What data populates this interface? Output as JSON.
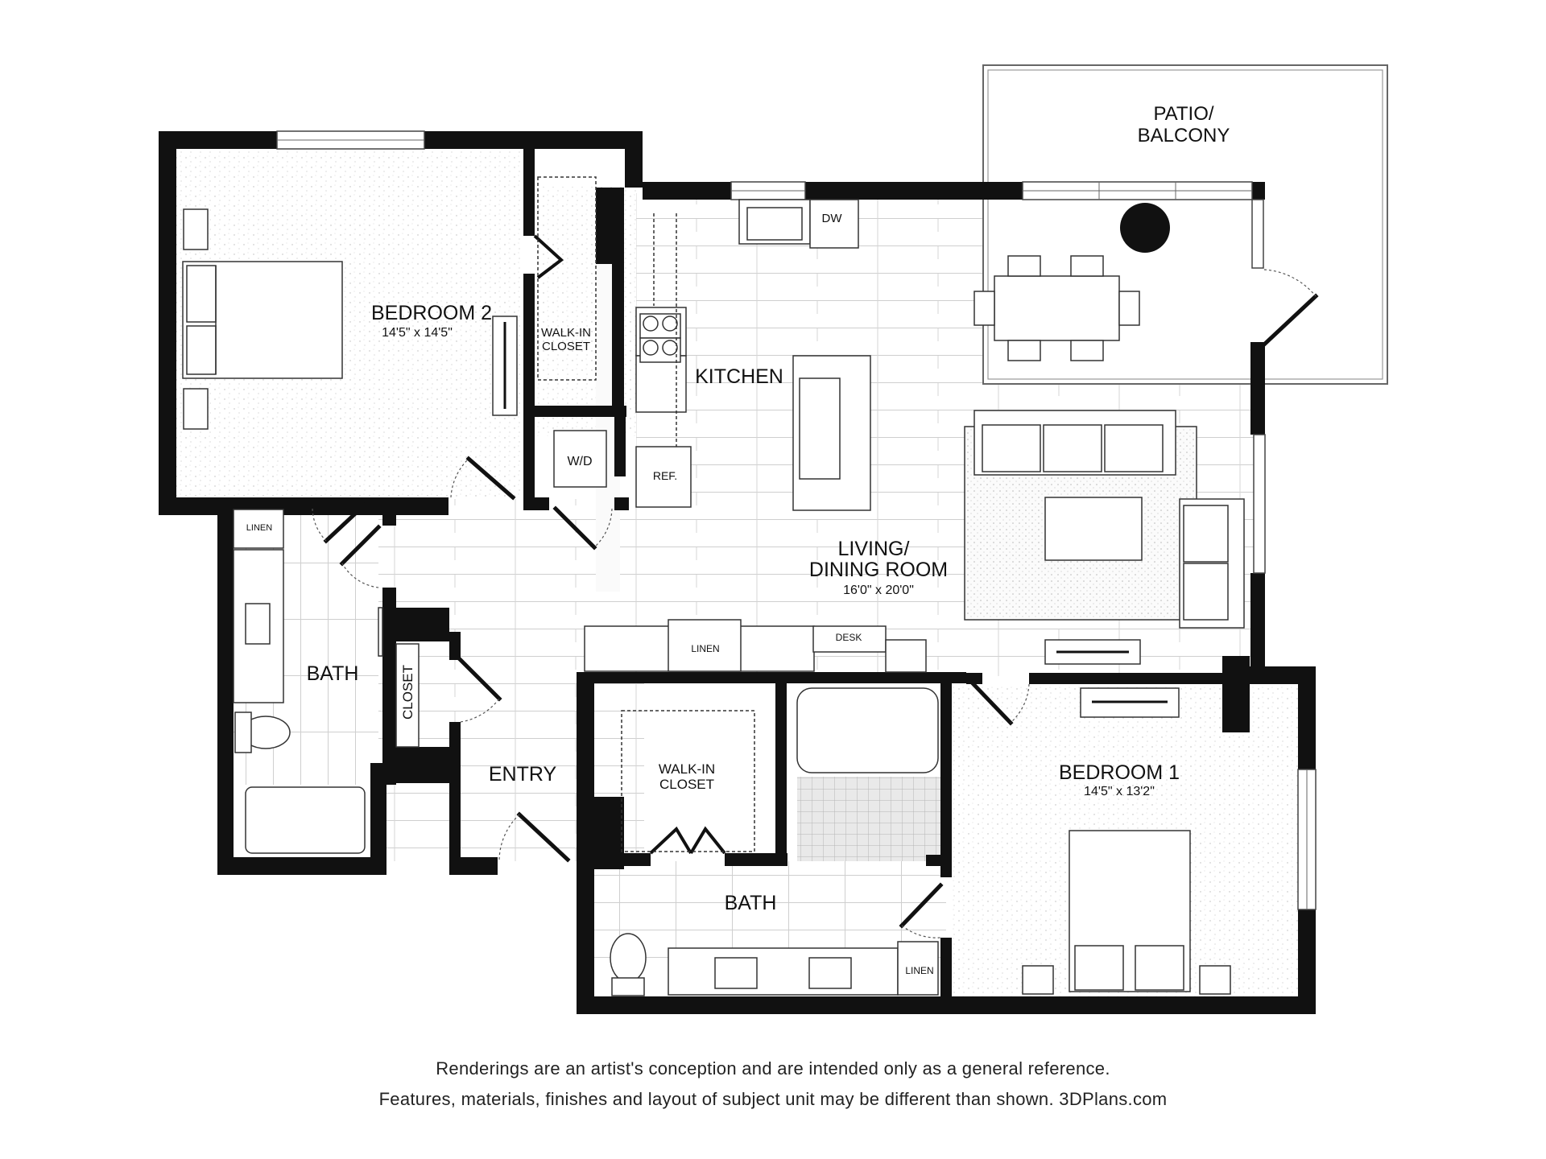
{
  "rooms": {
    "bedroom2": {
      "name": "BEDROOM 2",
      "dims": "14'5\" x 14'5\""
    },
    "bedroom1": {
      "name": "BEDROOM 1",
      "dims": "14'5\" x 13'2\""
    },
    "living": {
      "name_line1": "LIVING/",
      "name_line2": "DINING ROOM",
      "dims": "16'0\" x 20'0\""
    },
    "kitchen": {
      "name": "KITCHEN"
    },
    "patio": {
      "name_line1": "PATIO/",
      "name_line2": "BALCONY"
    },
    "bath_left": {
      "name": "BATH"
    },
    "bath_bottom": {
      "name": "BATH"
    },
    "entry": {
      "name": "ENTRY"
    },
    "walkin_top": {
      "line1": "WALK-IN",
      "line2": "CLOSET"
    },
    "walkin_bottom": {
      "line1": "WALK-IN",
      "line2": "CLOSET"
    },
    "closet": {
      "name": "CLOSET"
    }
  },
  "fixtures": {
    "dw": "DW",
    "wd": "W/D",
    "ref": "REF.",
    "linen_left": "LINEN",
    "linen_hall": "LINEN",
    "linen_bath": "LINEN",
    "desk": "DESK"
  },
  "disclaimer": {
    "line1": "Renderings are an artist's conception and are intended only as a general reference.",
    "line2": "Features, materials, finishes and layout of subject unit may be different than shown. 3DPlans.com"
  }
}
